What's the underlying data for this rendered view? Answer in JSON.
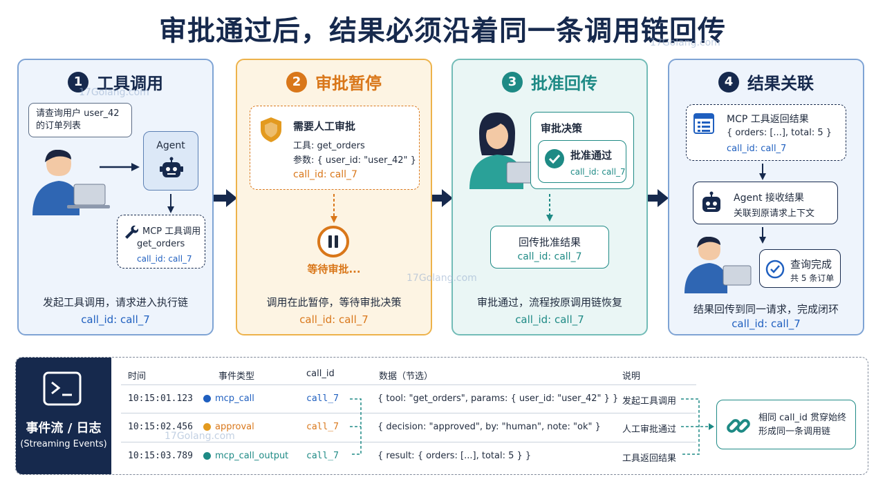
{
  "title": "审批通过后，结果必须沿着同一条调用链回传",
  "panels": [
    {
      "num": "1",
      "title": "工具调用",
      "user_bubble": "请查询用户 user_42 的订单列表",
      "agent_label": "Agent",
      "mcp_title": "MCP 工具调用",
      "mcp_tool": "get_orders",
      "mcp_callid": "call_id: call_7",
      "foot": "发起工具调用，请求进入执行链",
      "callid": "call_id: call_7"
    },
    {
      "num": "2",
      "title": "审批暂停",
      "box_title": "需要人工审批",
      "box_tool": "工具: get_orders",
      "box_params": "参数: { user_id: \"user_42\" }",
      "box_callid": "call_id: call_7",
      "wait": "等待审批...",
      "foot": "调用在此暂停，等待审批决策",
      "callid": "call_id: call_7"
    },
    {
      "num": "3",
      "title": "批准回传",
      "decision_title": "审批决策",
      "approved": "批准通过",
      "approved_callid": "call_id: call_7",
      "return_title": "回传批准结果",
      "return_callid": "call_id: call_7",
      "foot": "审批通过，流程按原调用链恢复",
      "callid": "call_id: call_7"
    },
    {
      "num": "4",
      "title": "结果关联",
      "result_title": "MCP 工具返回结果",
      "result_body": "{ orders: [...], total: 5 }",
      "result_callid": "call_id: call_7",
      "agent_title": "Agent 接收结果",
      "agent_sub": "关联到原请求上下文",
      "done_title": "查询完成",
      "done_sub": "共 5 条订单",
      "foot": "结果回传到同一请求，完成闭环",
      "callid": "call_id: call_7"
    }
  ],
  "log": {
    "side_title": "事件流 / 日志",
    "side_sub": "(Streaming Events)",
    "headers": [
      "时间",
      "事件类型",
      "call_id",
      "数据（节选）",
      "说明"
    ],
    "rows": [
      {
        "time": "10:15:01.123",
        "type": "mcp_call",
        "color": "#1f5fbf",
        "call_id": "call_7",
        "data": "{ tool: \"get_orders\", params: { user_id: \"user_42\" } }",
        "note": "发起工具调用"
      },
      {
        "time": "10:15:02.456",
        "type": "approval",
        "color": "#e39a1f",
        "call_id": "call_7",
        "data": "{ decision: \"approved\", by: \"human\", note: \"ok\" }",
        "note": "人工审批通过"
      },
      {
        "time": "10:15:03.789",
        "type": "mcp_call_output",
        "color": "#1e8a85",
        "call_id": "call_7",
        "data": "{ result: { orders: [...], total: 5 } }",
        "note": "工具返回结果"
      }
    ],
    "summary": "相同 call_id 贯穿始终 形成同一条调用链"
  },
  "watermark": "17Golang.com",
  "colors": {
    "navy": "#16294d",
    "orange": "#d9771a",
    "teal": "#1e8a85",
    "blue": "#1f5fbf"
  }
}
